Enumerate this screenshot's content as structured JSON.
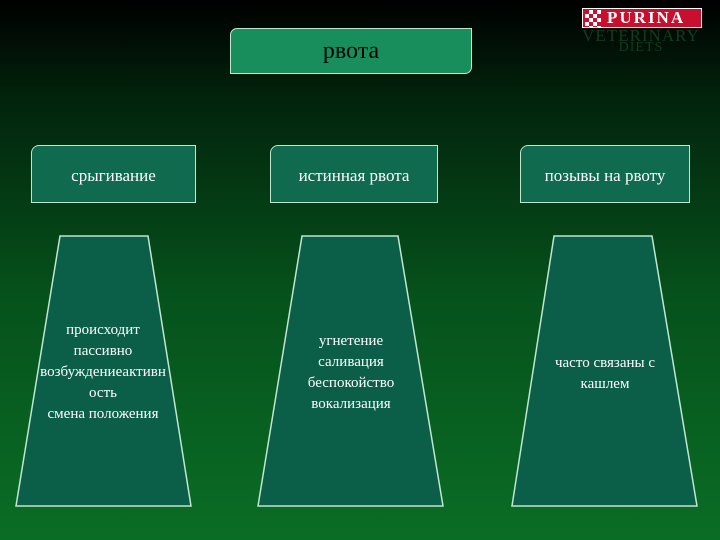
{
  "title": "рвота",
  "categories": [
    {
      "label": "срыгивание",
      "lines": [
        "происходит",
        "пассивно",
        "возбуждениеактивн",
        "ость",
        "смена положения"
      ]
    },
    {
      "label": "истинная рвота",
      "lines": [
        "угнетение",
        "саливация",
        "беспокойство",
        "вокализация"
      ]
    },
    {
      "label": "позывы на рвоту",
      "lines": [
        "часто связаны с",
        "кашлем"
      ]
    }
  ],
  "logo": {
    "brand": "PURINA",
    "line1": "VETERINARY",
    "line2": "DIETS"
  },
  "colors": {
    "title_box": "#178e5b",
    "category_box": "#0f6a4e",
    "trapezoid": "#0b5e47",
    "border": "#bfe6cf"
  }
}
